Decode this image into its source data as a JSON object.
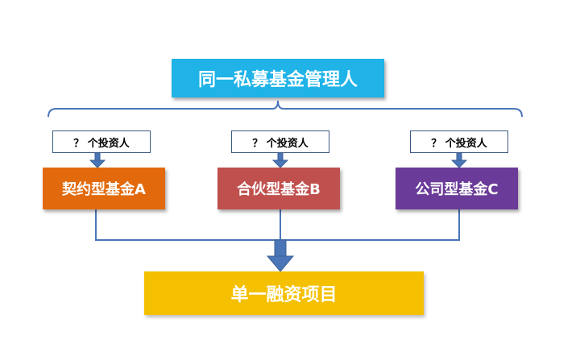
{
  "manager": {
    "label": "同一私募基金管理人"
  },
  "investors": [
    {
      "label": "？ 个投资人"
    },
    {
      "label": "？ 个投资人"
    },
    {
      "label": "？ 个投资人"
    }
  ],
  "funds": [
    {
      "label": "契约型基金A",
      "color": "#e26a0c"
    },
    {
      "label": "合伙型基金B",
      "color": "#c0504d"
    },
    {
      "label": "公司型基金C",
      "color": "#6a3b98"
    }
  ],
  "project": {
    "label": "单一融资项目"
  },
  "colors": {
    "manager": "#1fb3e8",
    "connector": "#4a76b8",
    "project": "#f5c000"
  }
}
